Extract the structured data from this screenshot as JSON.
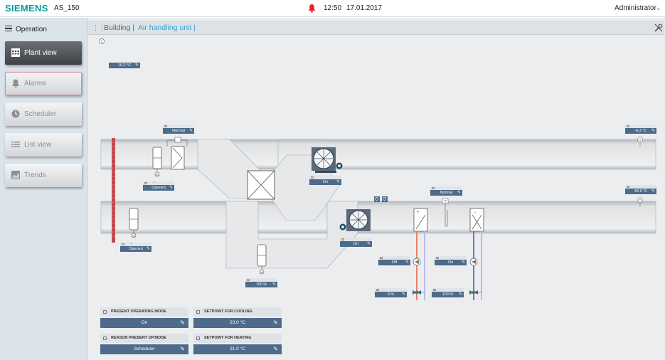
{
  "header": {
    "brand": "SIEMENS",
    "station": "AS_150",
    "time": "12:50",
    "date": "17.01.2017",
    "user": "Administrator"
  },
  "sidebar": {
    "title": "Operation",
    "items": [
      {
        "label": "Plant view",
        "icon": "plant-view-icon",
        "active": true
      },
      {
        "label": "Alarms",
        "icon": "bell-icon",
        "active": false
      },
      {
        "label": "Scheduler",
        "icon": "clock-icon",
        "active": false
      },
      {
        "label": "List view",
        "icon": "list-icon",
        "active": false
      },
      {
        "label": "Trends",
        "icon": "trend-icon",
        "active": false
      }
    ]
  },
  "breadcrumb": {
    "level1": "Building |",
    "level2": "Air handling unit |"
  },
  "diagram": {
    "outdoor_temp": "10.2 °C",
    "filter_status": "Normal",
    "outside_damper": "Opened",
    "exhaust_damper": "Opened",
    "mixing_damper": "100 %",
    "exhaust_fan": "On",
    "supply_fan": "On",
    "frost_status": "Normal",
    "heating_pump": "Off",
    "cooling_pump": "On",
    "heating_valve": "0 %",
    "cooling_valve": "100 %",
    "extract_air_temp": "-6.3 °C",
    "supply_air_temp": "34.9 °C",
    "alarm_marker": "!"
  },
  "panels": {
    "operating_mode": {
      "label": "PRESENT OPERATING MODE",
      "value": "On"
    },
    "reason_mode": {
      "label": "REASON PRESENT OP.MODE",
      "value": "Scheduler"
    },
    "cooling_setpoint": {
      "label": "SETPOINT FOR COOLING",
      "value": "23.0 °C"
    },
    "heating_setpoint": {
      "label": "SETPOINT FOR HEATING",
      "value": "21.0 °C"
    }
  },
  "colors": {
    "brand": "#0a9a9a",
    "accent": "#2fa3d8",
    "alarm": "#e0262d",
    "value_bg": "#4d6b8a",
    "hot_pipe": "#e8826a",
    "cold_pipe": "#6a6ee0"
  }
}
